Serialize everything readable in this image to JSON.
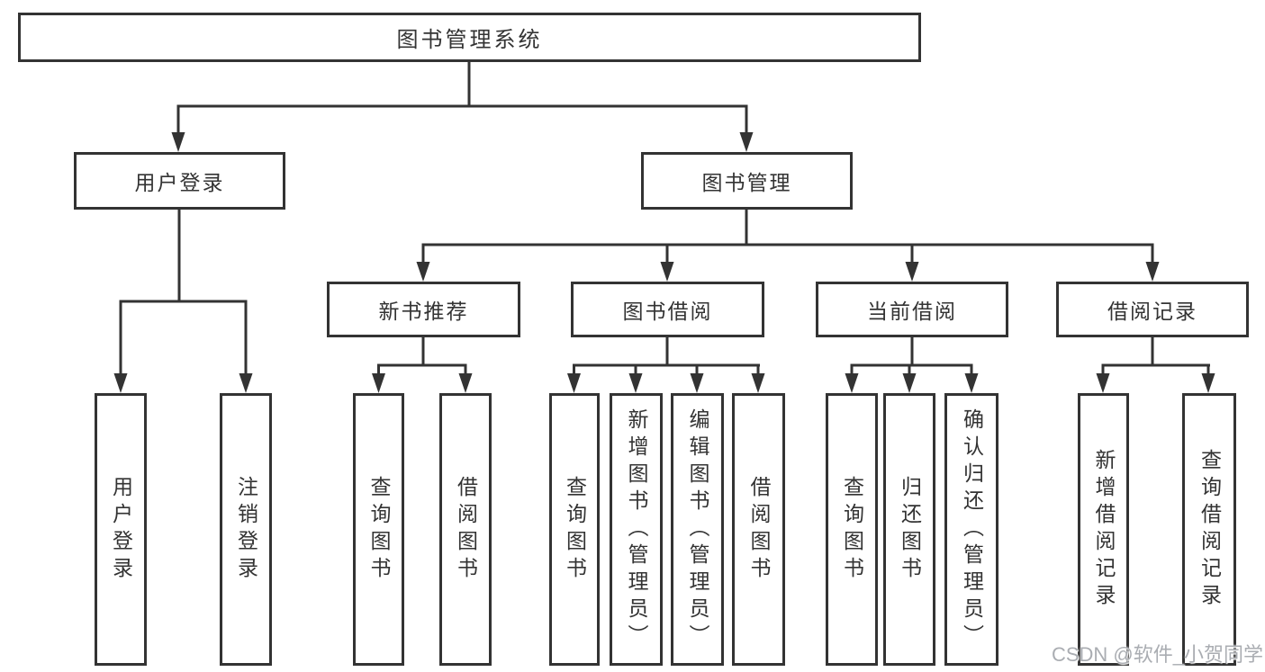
{
  "diagram": {
    "title": "图书管理系统",
    "branches": [
      {
        "label": "用户登录",
        "children": [
          {
            "label": "用户登录"
          },
          {
            "label": "注销登录"
          }
        ]
      },
      {
        "label": "图书管理",
        "children": [
          {
            "label": "新书推荐",
            "children": [
              {
                "label": "查询图书"
              },
              {
                "label": "借阅图书"
              }
            ]
          },
          {
            "label": "图书借阅",
            "children": [
              {
                "label": "查询图书"
              },
              {
                "label": "新增图书（管理员）"
              },
              {
                "label": "编辑图书（管理员）"
              },
              {
                "label": "借阅图书"
              }
            ]
          },
          {
            "label": "当前借阅",
            "children": [
              {
                "label": "查询图书"
              },
              {
                "label": "归还图书"
              },
              {
                "label": "确认归还（管理员）"
              }
            ]
          },
          {
            "label": "借阅记录",
            "children": [
              {
                "label": "新增借阅记录"
              },
              {
                "label": "查询借阅记录"
              }
            ]
          }
        ]
      }
    ]
  },
  "watermark": {
    "text": "CSDN @软件_小贺同学"
  },
  "colors": {
    "line": "#333333",
    "text": "#333333",
    "background": "#ffffff",
    "watermark": "#aaadb2"
  }
}
